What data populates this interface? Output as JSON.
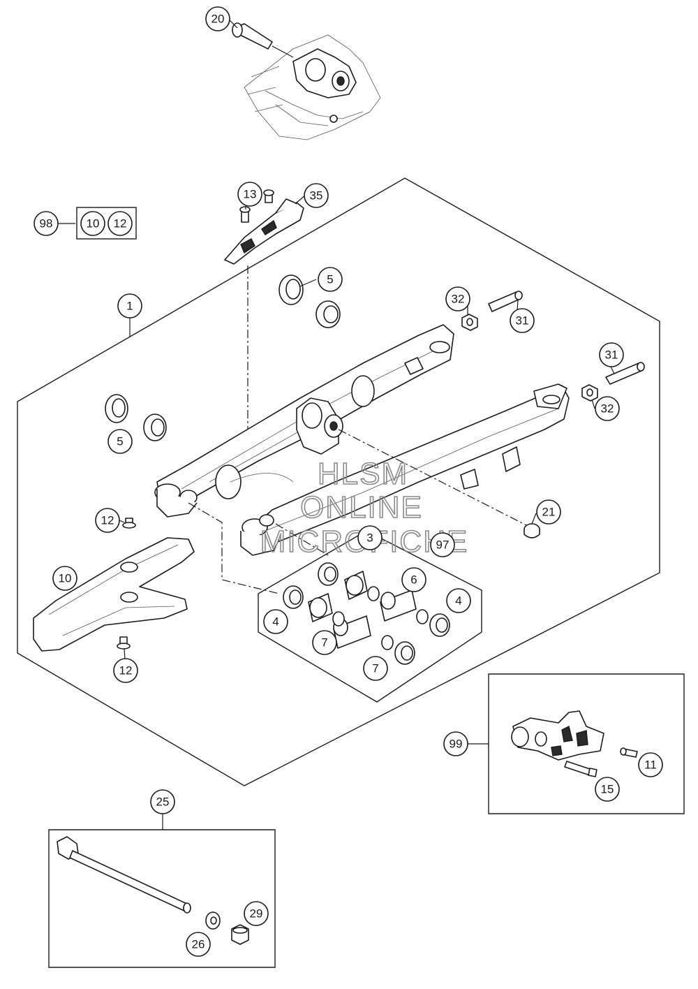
{
  "watermark": [
    "HLSM",
    "ONLINE",
    "MICROFICHE"
  ],
  "callouts": {
    "c20": "20",
    "c13": "13",
    "c35": "35",
    "c98": "98",
    "c98a": "10",
    "c98b": "12",
    "c1": "1",
    "c5a": "5",
    "c5b": "5",
    "c32a": "32",
    "c31a": "31",
    "c31b": "31",
    "c32b": "32",
    "c21": "21",
    "c12a": "12",
    "c10": "10",
    "c12b": "12",
    "c3": "3",
    "c97": "97",
    "c6": "6",
    "c4a": "4",
    "c4b": "4",
    "c7a": "7",
    "c7b": "7",
    "c99": "99",
    "c11": "11",
    "c15": "15",
    "c25": "25",
    "c29": "29",
    "c26": "26"
  }
}
